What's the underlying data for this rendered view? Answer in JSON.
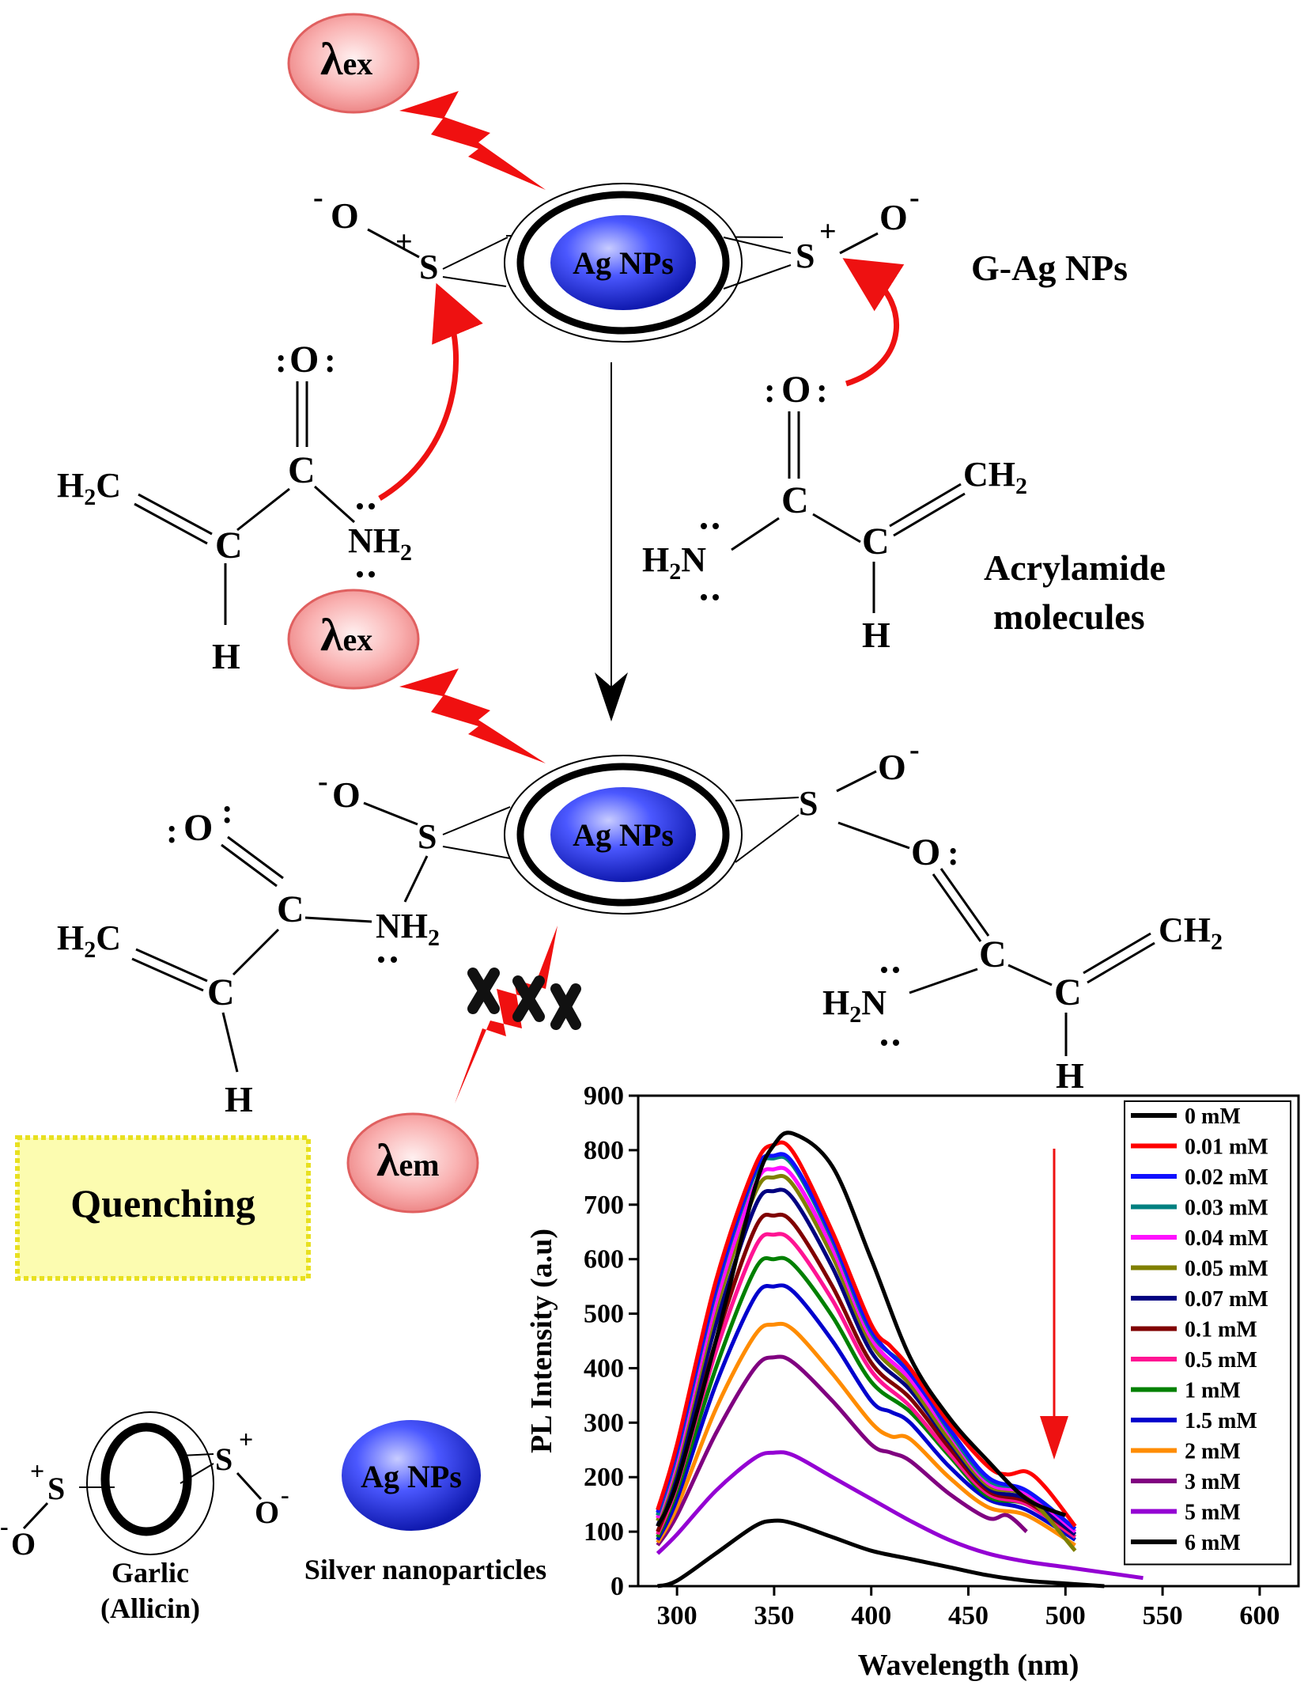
{
  "labels": {
    "lambda_ex": "λ",
    "lambda_ex_sub": "ex",
    "lambda_em": "λ",
    "lambda_em_sub": "em",
    "ag_nps": "Ag NPs",
    "g_ag_nps": "G-Ag NPs",
    "acrylamide_line1": "Acrylamide",
    "acrylamide_line2": "molecules",
    "quenching": "Quenching",
    "garlic_line1": "Garlic",
    "garlic_line2": "(Allicin)",
    "silver_np": "Silver nanoparticles"
  },
  "atoms": {
    "O": "O",
    "S": "S",
    "C": "C",
    "H": "H",
    "N": "N",
    "H2": "H",
    "sub2": "2",
    "plus": "+",
    "minus": "-",
    "lone_pair": ":"
  },
  "colors": {
    "halo_fill": "#f7a3a3",
    "halo_stroke": "#e06060",
    "lightning": "#f01010",
    "np_blue": "#2030d8",
    "red_arrow": "#ee1111",
    "quench_box": "#fcfcb0",
    "quench_border": "#e8e020"
  },
  "chart_data": {
    "type": "line",
    "xlabel": "Wavelength (nm)",
    "ylabel": "PL Intensity (a.u)",
    "xlim": [
      280,
      620
    ],
    "ylim": [
      0,
      900
    ],
    "xticks": [
      300,
      350,
      400,
      450,
      500,
      550,
      600
    ],
    "yticks": [
      0,
      100,
      200,
      300,
      400,
      500,
      600,
      700,
      800,
      900
    ],
    "legend_position": "top-right",
    "series": [
      {
        "name": "0 mM",
        "color": "#000000",
        "x": [
          290,
          300,
          320,
          340,
          350,
          360,
          380,
          400,
          420,
          440,
          460,
          480,
          500
        ],
        "y": [
          110,
          190,
          450,
          730,
          810,
          830,
          770,
          600,
          420,
          310,
          230,
          160,
          130
        ]
      },
      {
        "name": "0.01 mM",
        "color": "#ff0000",
        "x": [
          290,
          300,
          320,
          340,
          350,
          360,
          380,
          400,
          410,
          420,
          440,
          460,
          470,
          480,
          490,
          505
        ],
        "y": [
          140,
          260,
          560,
          770,
          810,
          795,
          650,
          480,
          440,
          400,
          300,
          220,
          205,
          210,
          180,
          110
        ]
      },
      {
        "name": "0.02 mM",
        "color": "#1010ff",
        "x": [
          290,
          300,
          320,
          340,
          350,
          360,
          380,
          400,
          420,
          440,
          460,
          480,
          505
        ],
        "y": [
          135,
          250,
          545,
          760,
          790,
          775,
          640,
          470,
          390,
          290,
          200,
          175,
          105
        ]
      },
      {
        "name": "0.03 mM",
        "color": "#008080",
        "x": [
          290,
          300,
          320,
          340,
          350,
          360,
          380,
          400,
          420,
          440,
          460,
          480,
          505
        ],
        "y": [
          130,
          245,
          540,
          755,
          785,
          770,
          635,
          465,
          395,
          285,
          195,
          175,
          105
        ]
      },
      {
        "name": "0.04 mM",
        "color": "#ff10ff",
        "x": [
          290,
          300,
          320,
          340,
          350,
          360,
          380,
          400,
          420,
          440,
          460,
          480,
          505
        ],
        "y": [
          125,
          235,
          520,
          735,
          765,
          750,
          620,
          455,
          380,
          280,
          190,
          170,
          100
        ]
      },
      {
        "name": "0.05 mM",
        "color": "#808000",
        "x": [
          290,
          300,
          320,
          340,
          350,
          360,
          380,
          400,
          420,
          440,
          460,
          480,
          505
        ],
        "y": [
          120,
          225,
          505,
          720,
          750,
          735,
          605,
          445,
          370,
          270,
          185,
          165,
          65
        ]
      },
      {
        "name": "0.07 mM",
        "color": "#000080",
        "x": [
          290,
          300,
          320,
          340,
          350,
          360,
          380,
          400,
          420,
          440,
          460,
          480,
          505
        ],
        "y": [
          110,
          210,
          480,
          695,
          725,
          710,
          585,
          430,
          360,
          265,
          180,
          160,
          95
        ]
      },
      {
        "name": "0.1 mM",
        "color": "#800000",
        "x": [
          290,
          300,
          320,
          340,
          350,
          360,
          380,
          400,
          420,
          440,
          460,
          480,
          505
        ],
        "y": [
          100,
          195,
          450,
          655,
          680,
          665,
          550,
          410,
          345,
          255,
          175,
          155,
          95
        ]
      },
      {
        "name": "0.5 mM",
        "color": "#ff1493",
        "x": [
          290,
          300,
          320,
          340,
          350,
          360,
          380,
          400,
          420,
          440,
          460,
          480,
          505
        ],
        "y": [
          95,
          185,
          430,
          620,
          645,
          630,
          525,
          395,
          330,
          245,
          170,
          150,
          90
        ]
      },
      {
        "name": "1 mM",
        "color": "#008000",
        "x": [
          290,
          300,
          320,
          340,
          350,
          360,
          380,
          400,
          420,
          440,
          460,
          480,
          505
        ],
        "y": [
          90,
          175,
          400,
          580,
          600,
          590,
          495,
          375,
          320,
          240,
          165,
          150,
          90
        ]
      },
      {
        "name": "1.5 mM",
        "color": "#0000cd",
        "x": [
          290,
          300,
          320,
          340,
          350,
          360,
          380,
          400,
          410,
          420,
          440,
          460,
          480,
          505
        ],
        "y": [
          85,
          160,
          370,
          530,
          550,
          540,
          450,
          340,
          320,
          300,
          220,
          160,
          140,
          85
        ]
      },
      {
        "name": "2 mM",
        "color": "#ff8c00",
        "x": [
          290,
          300,
          320,
          340,
          350,
          360,
          380,
          400,
          410,
          420,
          440,
          460,
          480,
          505
        ],
        "y": [
          80,
          145,
          325,
          460,
          480,
          470,
          390,
          300,
          275,
          270,
          200,
          145,
          130,
          75
        ]
      },
      {
        "name": "3 mM",
        "color": "#800080",
        "x": [
          290,
          300,
          320,
          340,
          350,
          360,
          380,
          400,
          410,
          420,
          440,
          460,
          470,
          480
        ],
        "y": [
          75,
          130,
          280,
          400,
          420,
          410,
          340,
          260,
          245,
          230,
          170,
          125,
          130,
          100
        ]
      },
      {
        "name": "5 mM",
        "color": "#9400d3",
        "x": [
          290,
          300,
          320,
          340,
          350,
          360,
          380,
          400,
          420,
          440,
          460,
          480,
          500,
          520,
          540
        ],
        "y": [
          60,
          95,
          175,
          235,
          245,
          240,
          200,
          160,
          120,
          85,
          60,
          45,
          35,
          25,
          15
        ]
      },
      {
        "name": "6 mM",
        "color": "#000000",
        "x": [
          290,
          300,
          320,
          340,
          350,
          360,
          380,
          400,
          420,
          440,
          460,
          480,
          500,
          520
        ],
        "y": [
          0,
          10,
          60,
          110,
          120,
          115,
          90,
          65,
          50,
          35,
          20,
          10,
          5,
          0
        ]
      }
    ]
  }
}
